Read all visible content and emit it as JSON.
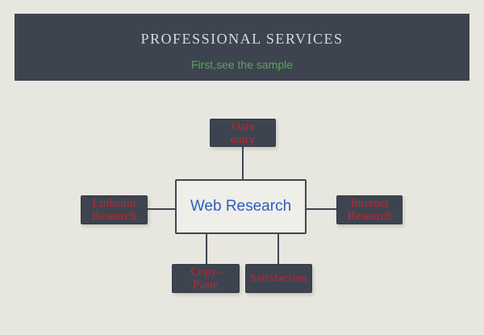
{
  "header": {
    "title": "PROFESSIONAL SERVICES",
    "subtitle": "First,see the sample"
  },
  "diagram": {
    "center": {
      "label": "Web Research"
    },
    "nodes": [
      {
        "id": "data-entry",
        "label": "Data entry",
        "position": "top"
      },
      {
        "id": "linkedin-research",
        "label": "Linkedin Research",
        "position": "left"
      },
      {
        "id": "internet-research",
        "label": "Internet Research",
        "position": "right"
      },
      {
        "id": "copy-paste",
        "label": "Copy-Paste",
        "position": "bottom-left"
      },
      {
        "id": "satisfaction",
        "label": "Satisfaction",
        "position": "bottom-right"
      }
    ]
  },
  "colors": {
    "page_background": "#e8e7df",
    "banner_background": "#3d4450",
    "banner_title_text": "#d9d9d9",
    "subtitle_green": "#58a758",
    "node_background": "#3d4450",
    "node_label_red": "#c0262f",
    "center_label_blue": "#2a5ec6",
    "connector": "#3f4652"
  }
}
